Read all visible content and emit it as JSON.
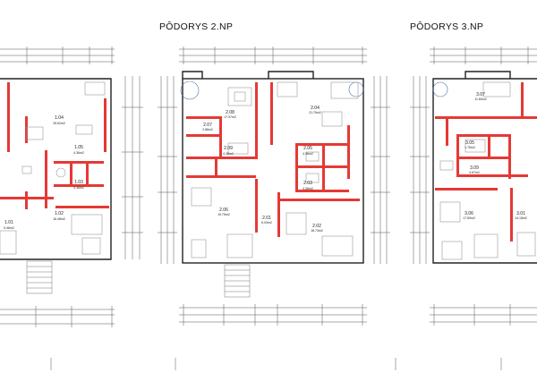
{
  "titles": {
    "floor2": "PÔDORYS 2.NP",
    "floor3": "PÔDORYS 3.NP"
  },
  "plan1": {
    "rooms": [
      {
        "id": "1.04",
        "area": "25.62m2"
      },
      {
        "id": "1.05",
        "area": "4.36m2"
      },
      {
        "id": "1.03",
        "area": "4.36m2"
      },
      {
        "id": "1.01",
        "area": "9.46m2"
      },
      {
        "id": "1.02",
        "area": "16.48m2"
      }
    ]
  },
  "plan2": {
    "rooms": [
      {
        "id": "2.08",
        "area": "17.97m2"
      },
      {
        "id": "2.04",
        "area": "21.76m2"
      },
      {
        "id": "2.07",
        "area": "2.86m2"
      },
      {
        "id": "2.09",
        "area": "4.38m2"
      },
      {
        "id": "2.05",
        "area": "4.36m2"
      },
      {
        "id": "2.03",
        "area": "4.36m2"
      },
      {
        "id": "2.06",
        "area": "19.75m2"
      },
      {
        "id": "2.01",
        "area": "6.03m2"
      },
      {
        "id": "2.02",
        "area": "16.73m2"
      }
    ]
  },
  "plan3": {
    "rooms": [
      {
        "id": "3.07",
        "area": "11.80m2"
      },
      {
        "id": "3.05",
        "area": "1.75m2"
      },
      {
        "id": "3.09",
        "area": "4.67m2"
      },
      {
        "id": "3.06",
        "area": "17.59m2"
      },
      {
        "id": "3.01",
        "area": "14.18m2"
      }
    ]
  },
  "colors": {
    "wall": "#e53935",
    "outline": "#222222",
    "furniture": "#9a9a9a",
    "dimension": "#555555",
    "text": "#222222"
  }
}
